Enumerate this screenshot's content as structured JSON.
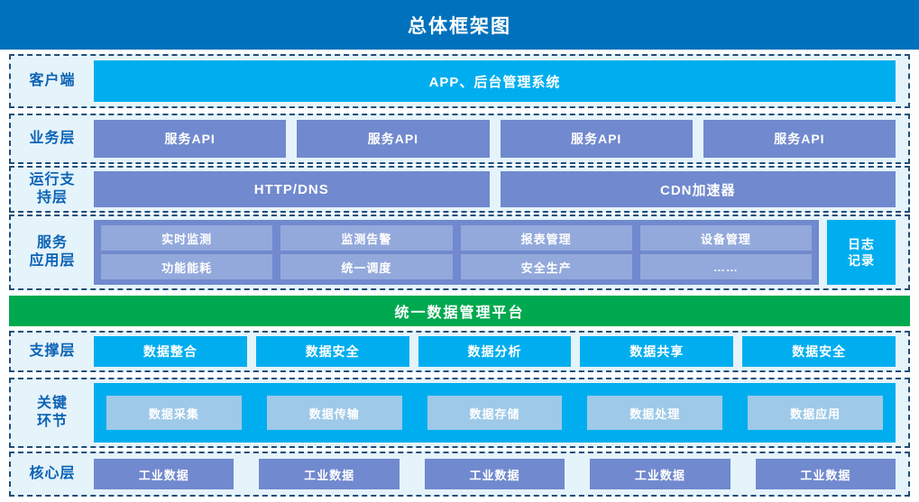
{
  "header": {
    "title": "总体框架图"
  },
  "colors": {
    "header_blue": "#0071bc",
    "band_fill": "#e5f3fb",
    "band_border": "#1f4e79",
    "label_text": "#0b63b5",
    "cyan": "#00aeef",
    "periwinkle": "#7189ce",
    "periwinkle_light": "#93a9dc",
    "sky_light": "#9ec9e8",
    "green": "#00a94f"
  },
  "rows": {
    "client": {
      "label": "客户端",
      "bar": "APP、后台管理系统"
    },
    "business": {
      "label": "业务层",
      "boxes": [
        "服务API",
        "服务API",
        "服务API",
        "服务API"
      ]
    },
    "runtime": {
      "label": "运行支\n持层",
      "label_line1": "运行支",
      "label_line2": "持层",
      "boxes": [
        "HTTP/DNS",
        "CDN加速器"
      ]
    },
    "service": {
      "label_line1": "服务",
      "label_line2": "应用层",
      "grid_row1": [
        "实时监测",
        "监测告警",
        "报表管理",
        "设备管理"
      ],
      "grid_row2": [
        "功能能耗",
        "统一调度",
        "安全生产",
        "……"
      ],
      "log_line1": "日志",
      "log_line2": "记录"
    },
    "platform": {
      "label": "统一数据管理平台"
    },
    "support": {
      "label": "支撑层",
      "boxes": [
        "数据整合",
        "数据安全",
        "数据分析",
        "数据共享",
        "数据安全"
      ]
    },
    "key": {
      "label_line1": "关键",
      "label_line2": "环节",
      "boxes": [
        "数据采集",
        "数据传输",
        "数据存储",
        "数据处理",
        "数据应用"
      ]
    },
    "core": {
      "label": "核心层",
      "boxes": [
        "工业数据",
        "工业数据",
        "工业数据",
        "工业数据",
        "工业数据"
      ]
    }
  }
}
